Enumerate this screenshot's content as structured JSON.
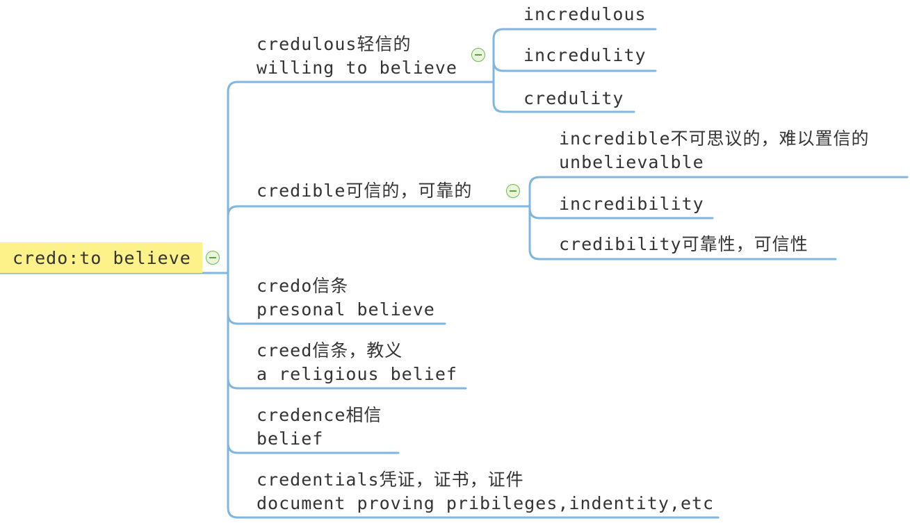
{
  "root": {
    "label": "credo:to believe"
  },
  "branches": [
    {
      "line1": "credulous轻信的",
      "line2": "willing to believe",
      "children": [
        "incredulous",
        "incredulity",
        "credulity"
      ]
    },
    {
      "line1": "credible可信的，可靠的",
      "children": [
        {
          "line1": "incredible不可思议的，难以置信的",
          "line2": "unbelievalble"
        },
        "incredibility",
        "credibility可靠性，可信性"
      ]
    },
    {
      "line1": "credo信条",
      "line2": "presonal believe"
    },
    {
      "line1": "creed信条，教义",
      "line2": "a religious belief"
    },
    {
      "line1": "credence相信",
      "line2": "belief"
    },
    {
      "line1": "credentials凭证，证书，证件",
      "line2": "document proving pribileges,indentity,etc"
    }
  ],
  "colors": {
    "connector": "#7fb6e0",
    "root_fill": "#fdf18a",
    "collapse_icon": "#6fba4d",
    "text": "#333333"
  }
}
